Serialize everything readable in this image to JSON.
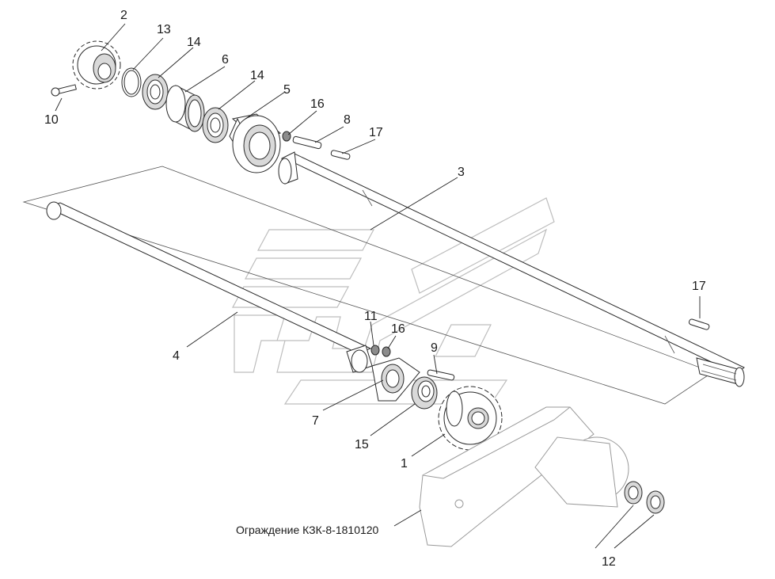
{
  "callouts": {
    "c1": "1",
    "c2": "2",
    "c3": "3",
    "c4": "4",
    "c5": "5",
    "c6": "6",
    "c7": "7",
    "c8": "8",
    "c9": "9",
    "c10": "10",
    "c11": "11",
    "c12": "12",
    "c13": "13",
    "c14a": "14",
    "c14b": "14",
    "c15": "15",
    "c16a": "16",
    "c16b": "16",
    "c17a": "17",
    "c17b": "17"
  },
  "guard_caption": "Ограждение КЗК-8-1810120",
  "colors": {
    "line": "#2a2a2a",
    "watermark": "#bdbdbd",
    "shade": "#d9d9d9"
  }
}
